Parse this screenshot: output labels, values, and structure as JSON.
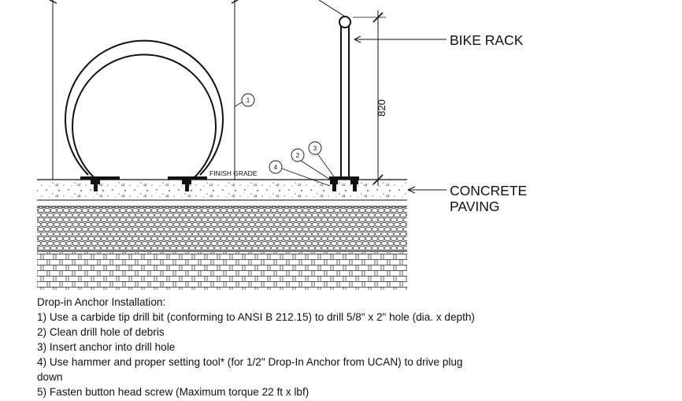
{
  "callouts": {
    "bike_rack": "BIKE RACK",
    "concrete_line1": "CONCRETE",
    "concrete_line2": "PAVING",
    "finish_grade": "FINISH GRADE",
    "height_dim": "820"
  },
  "balloons": [
    "1",
    "2",
    "3",
    "4"
  ],
  "notes": {
    "heading": "Drop-in Anchor Installation:",
    "steps": [
      "1) Use a carbide tip drill bit (conforming to ANSI B 212.15) to drill 5/8\" x 2\" hole (dia. x depth)",
      "2) Clean drill hole of debris",
      "3) Insert anchor into drill hole",
      "4) Use hammer and proper setting tool* (for 1/2\" Drop-In Anchor from UCAN) to drive plug",
      "down",
      "5) Fasten button head screw (Maximum torque 22 ft x lbf)"
    ]
  }
}
